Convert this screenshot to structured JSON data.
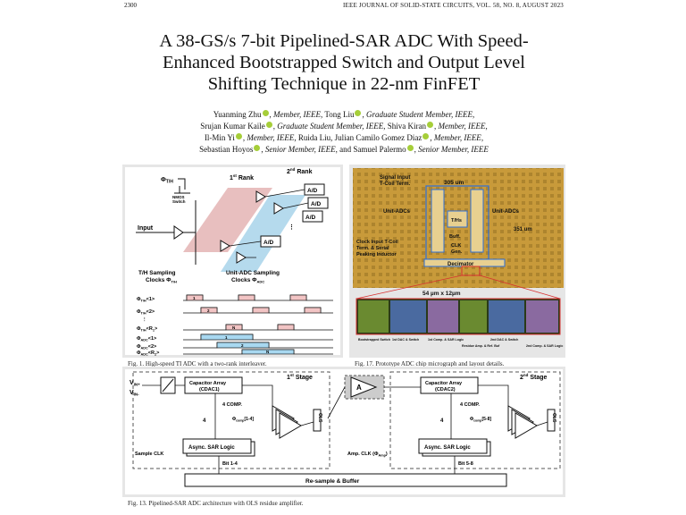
{
  "header": {
    "page_number": "2300",
    "journal": "IEEE JOURNAL OF SOLID-STATE CIRCUITS, VOL. 58, NO. 8, AUGUST 2023"
  },
  "title_lines": [
    "A 38-GS/s 7-bit Pipelined-SAR ADC With Speed-",
    "Enhanced Bootstrapped Switch and Output Level",
    "Shifting Technique in 22-nm FinFET"
  ],
  "authors": {
    "line1": [
      "Yuanming Zhu",
      ", ",
      "Member, IEEE",
      ", Tong Liu",
      ", ",
      "Graduate Student Member, IEEE",
      ","
    ],
    "line2": [
      "Srujan Kumar Kaile",
      ", ",
      "Graduate Student Member, IEEE",
      ", Shiva Kiran",
      ", ",
      "Member, IEEE",
      ","
    ],
    "line3": [
      "Il-Min Yi",
      ", ",
      "Member, IEEE",
      ", Ruida Liu, Julian Camilo Gomez Diaz",
      ", ",
      "Member, IEEE",
      ","
    ],
    "line4": [
      "Sebastian Hoyos",
      ", ",
      "Senior Member, IEEE",
      ", and Samuel Palermo",
      ", ",
      "Senior Member, IEEE"
    ]
  },
  "fig1": {
    "caption": "Fig. 1.   High-speed TI ADC with a two-rank interleaver.",
    "phi_th": "Φ",
    "phi_th_sub": "T/H",
    "nmos": "NMOS",
    "switch": "Switch",
    "rank1": "1",
    "rank1_sup": "st",
    "rank1_text": " Rank",
    "rank2": "2",
    "rank2_sup": "nd",
    "rank2_text": " Rank",
    "input": "Input",
    "ad": "A/D",
    "th_clocks_1": "T/H Sampling",
    "th_clocks_2": "Clocks Φ",
    "th_clocks_sub": "T/H",
    "unit_clocks_1": "Unit-ADC Sampling",
    "unit_clocks_2": "Clocks Φ",
    "unit_clocks_sub": "ADC",
    "sig_th1": "Φ",
    "sig_th1_sub": "T/H",
    "sig_th1_idx": "<1>",
    "sig_th2_idx": "<2>",
    "sig_thr_idx": "<R",
    "sig_thr_sub": "1",
    "sig_adc_sub": "ADC",
    "sig_adc1_idx": "<1>",
    "sig_adc2_idx": "<2>",
    "sig_adcr_idx": "<R",
    "sig_adcr_sub": "2",
    "pulse_1": "1",
    "pulse_2": "2",
    "pulse_n": "N",
    "dots": "⋮"
  },
  "fig17": {
    "caption": "Fig. 17.   Prototype ADC chip micrograph and layout details.",
    "signal_input_1": "Signal Input",
    "signal_input_2": "T-Coil Term.",
    "width_305": "305 um",
    "unit_adcs_left": "Unit-ADCs",
    "unit_adcs_right": "Unit-ADCs",
    "th": "T/Hs",
    "height_351": "351 um",
    "buff": "Buff.",
    "clk": "CLK",
    "gen": "Gen.",
    "clock_input_1": "Clock Input T-Coil",
    "clock_input_2": "Term. & Serial",
    "clock_input_3": "Peaking Inductor",
    "decimator": "Decimator",
    "zoom_size": "54 µm x 12µm",
    "layout_labels": [
      "Bootstrapped Switch",
      "1st DAC & Switch",
      "1st Comp. & SAR Logic",
      "Residue Amp. & Ref. Buf",
      "2nd DAC & Switch",
      "2nd Comp. & SAR Logic"
    ]
  },
  "fig13": {
    "caption": "Fig. 13.   Pipelined-SAR ADC architecture with OLS residue amplifier.",
    "vin_p": "V",
    "vin_p_sub": "IN+",
    "vin_n": "V",
    "vin_n_sub": "IN-",
    "stage1": "1",
    "stage1_sup": "st",
    "stage1_text": " Stage",
    "stage2": "2",
    "stage2_sup": "nd",
    "stage2_text": " Stage",
    "cap_array_1a": "Capacitor Array",
    "cap_array_1b": "(CDAC1)",
    "cap_array_2a": "Capacitor Array",
    "cap_array_2b": "(CDAC2)",
    "four_comp": "4 COMP.",
    "four": "4",
    "phi_comp": "Φ",
    "phi_comp_sub": "comp",
    "phi_comp_1": "[1-4]",
    "phi_comp_2": "[5-8]",
    "ols_1": "OLS",
    "ols_2": "OLS",
    "sar_logic_1": "Async. SAR Logic",
    "sar_logic_2": "Async. SAR Logic",
    "sample_clk": "Sample CLK",
    "amp": "A",
    "amp_clk": "Amp. CLK (Φ",
    "amp_clk_sub": "Amp",
    "amp_clk_end": ")",
    "bit14": "Bit 1-4",
    "bit58": "Bit 5-8",
    "resample": "Re-sample & Buffer"
  },
  "colors": {
    "orcid": "#a6ce39",
    "fig_bg": "#e6e6e6",
    "rank1_band": "#e4b4b4",
    "rank2_band": "#a8d4ea",
    "pulse_fill": "#f2c4c4",
    "pulse_fill_adc": "#a8d8f0",
    "die": "#c89a3a",
    "die_label": "#ffe6a0",
    "blue_outline": "#2f6fd6",
    "red_outline": "#d83030"
  }
}
